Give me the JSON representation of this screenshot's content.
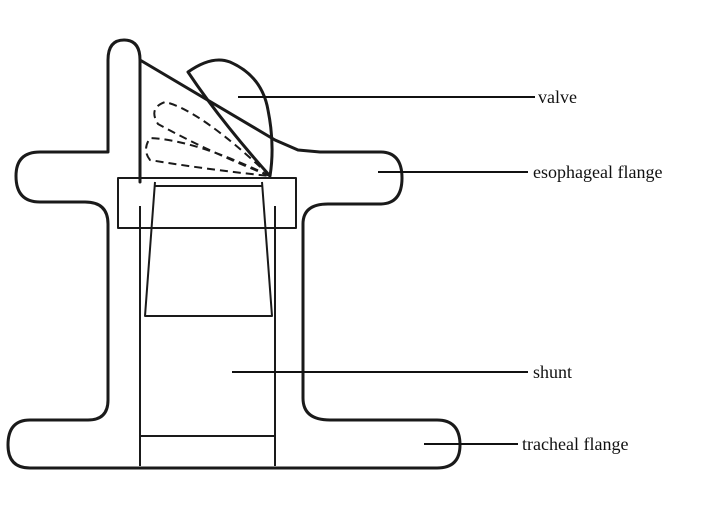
{
  "labels": {
    "valve": "valve",
    "esophageal_flange": "esophageal flange",
    "shunt": "shunt",
    "tracheal_flange": "tracheal flange"
  }
}
